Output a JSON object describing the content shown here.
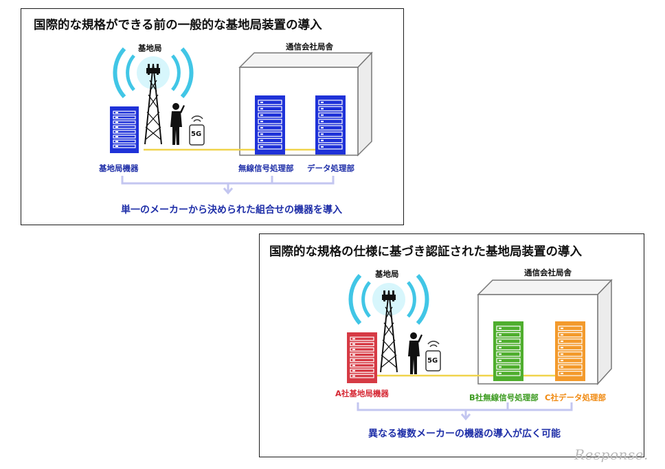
{
  "top_panel": {
    "title": "国際的な規格ができる前の一般的な基地局装置の導入",
    "tower_label": "基地局",
    "building_label": "通信会社局舎",
    "phone_label": "5G",
    "equipment_labels": [
      "基地局機器",
      "無線信号処理部",
      "データ処理部"
    ],
    "caption": "単一のメーカーから決められた組合せの機器を導入",
    "colors": {
      "equipment": [
        "#1f32d8",
        "#1f32d8",
        "#1f32d8"
      ],
      "labels": "#1f2fa8",
      "cable": "#f0d34a",
      "bracket": "#c3c6f0"
    }
  },
  "bottom_panel": {
    "title": "国際的な規格の仕様に基づき認証された基地局装置の導入",
    "tower_label": "基地局",
    "building_label": "通信会社局舎",
    "phone_label": "5G",
    "equipment_labels": [
      "A社基地局機器",
      "B社無線信号処理部",
      "C社データ処理部"
    ],
    "caption": "異なる複数メーカーの機器の導入が広く可能",
    "colors": {
      "equipment": [
        "#d63a44",
        "#4fae2e",
        "#f39a2c"
      ],
      "label_colors": [
        "#d62a36",
        "#3a9a1e",
        "#f08a12"
      ],
      "cable": "#f0d34a",
      "bracket": "#c3c6f0"
    }
  },
  "watermark": "Response."
}
